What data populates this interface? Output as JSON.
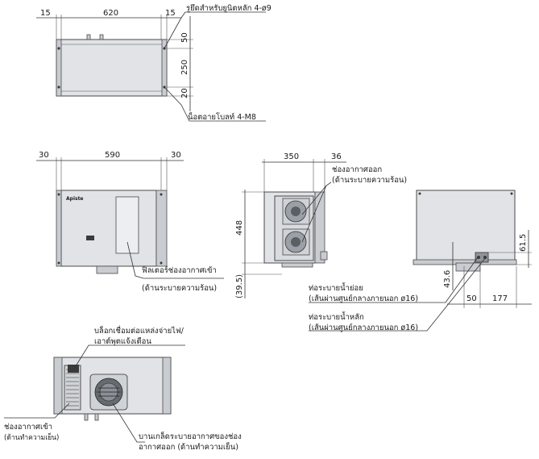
{
  "dimensions": {
    "top_left": "15",
    "top_width": "620",
    "top_right": "15",
    "side_50": "50",
    "side_250": "250",
    "side_20": "20",
    "front_left": "30",
    "front_width": "590",
    "front_right": "30",
    "side_depth": "350",
    "side_36": "36",
    "height_448": "448",
    "height_39_5": "(39.5)",
    "rear_61_5": "61.5",
    "rear_43_6": "43.6",
    "rear_50": "50",
    "rear_177": "177"
  },
  "labels": {
    "mount_bracket": "รูยึดสำหรับยูนิตหลัก 4-ø9",
    "nut_bolt": "น็อตอายโบลท์ 4-M8",
    "air_outlet_line1": "ช่องอากาศออก",
    "air_outlet_line2": "(ด้านระบายความร้อน)",
    "air_filter_line1": "ฟิลเตอร์ช่องอากาศเข้า",
    "air_filter_line2": "(ด้านระบายความร้อน)",
    "drain_line1": "ท่อระบายน้ำย่อย",
    "drain_line2": "(เส้นผ่านศูนย์กลางภายนอก ø16)",
    "main_drain_line1": "ท่อระบายน้ำหลัก",
    "main_drain_line2": "(เส้นผ่านศูนย์กลางภายนอก ø16)",
    "terminal_line1": "บล็อกเชื่อมต่อแหล่งจ่ายไฟ/",
    "terminal_line2": "เอาต์พุตแจ้งเตือน",
    "cold_inlet_line1": "ช่องอากาศเข้า",
    "cold_inlet_line2": "(ด้านทำความเย็น)",
    "louver_line1": "บานเกล็ดระบายอากาศของช่อง",
    "louver_line2": "อากาศออก (ด้านทำความเย็น)",
    "brand_mark": "Apiste"
  },
  "colors": {
    "body": "#e1e3e6",
    "outline": "#4a4a4a",
    "line": "#333333"
  }
}
